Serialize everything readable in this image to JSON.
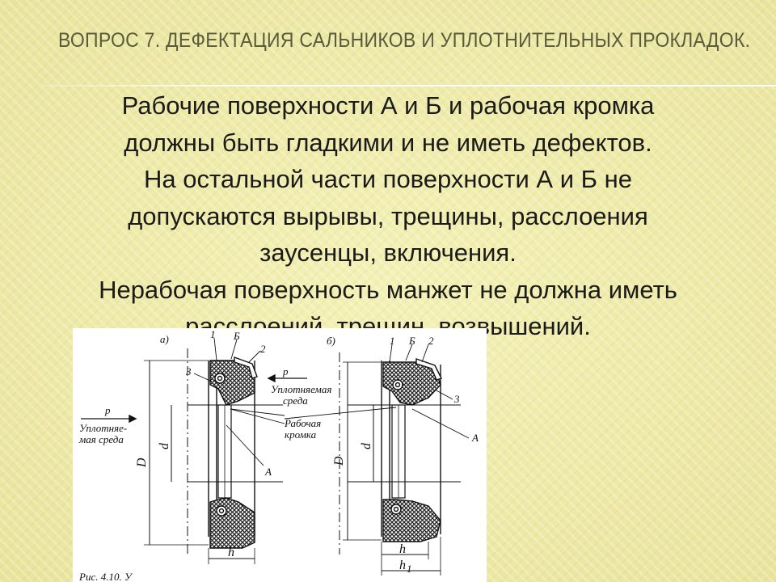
{
  "slide": {
    "title": "ВОПРОС 7. ДЕФЕКТАЦИЯ САЛЬНИКОВ И УПЛОТНИТЕЛЬНЫХ ПРОКЛАДОК.",
    "lines": [
      "Рабочие поверхности А и Б  и рабочая кромка",
      "должны быть гладкими и не иметь дефектов.",
      "На остальной части поверхности А и Б не",
      "допускаются вырывы, трещины, расслоения",
      "заусенцы, включения.",
      "Нерабочая поверхность манжет не должна иметь",
      "расслоений, трещин, возвышений."
    ]
  },
  "figure": {
    "labels": {
      "panel_a": "а)",
      "panel_b": "б)",
      "part_1": "1",
      "part_2": "2",
      "part_3": "3",
      "surface_b": "Б",
      "surface_a": "А",
      "pressure": "p",
      "medium_top_1": "Уплотняемая",
      "medium_top_2": "среда",
      "medium_left_1": "Уплотняе-",
      "medium_left_2": "мая среда",
      "working_edge_1": "Рабочая",
      "working_edge_2": "кромка",
      "dim_D": "D",
      "dim_d": "d",
      "dim_h": "h",
      "dim_h1": "h",
      "dim_h1_sub": "1",
      "caption": "Рис. 4.10. У"
    }
  }
}
